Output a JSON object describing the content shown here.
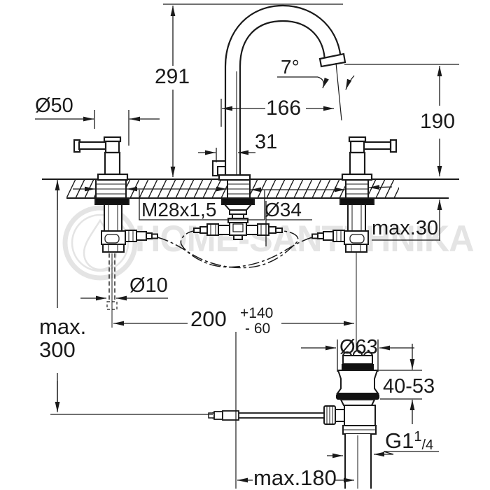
{
  "drawing": {
    "type": "technical-dimension-drawing",
    "subject": "3-hole basin mixer with high spout and pop-up waste, installation dimensions",
    "units": "mm"
  },
  "watermark": {
    "text": "HOME-SANTEHNIKA"
  },
  "colors": {
    "line": "#1a1a1a",
    "watermark": "#e4e4e4",
    "background": "#ffffff",
    "fill_dark": "#111111"
  },
  "labels": {
    "spout_height": "291",
    "spout_angle": "7°",
    "spout_reach": "166",
    "outlet_height": "190",
    "handle_diameter": "Ø50",
    "spout_column_width": "31",
    "mounting_thread": "M28x1,5",
    "base_diameter": "Ø34",
    "deck_thickness_max": "max.30",
    "rod_diameter": "Ø10",
    "hole_spacing": "200",
    "hole_spacing_tol_plus": "+140",
    "hole_spacing_tol_minus": "- 60",
    "rod_length_max_line1": "max.",
    "rod_length_max_line2": "300",
    "waste_flange_diameter": "Ø63",
    "waste_height_range": "40-53",
    "waste_thread_main": "G1",
    "waste_thread_sup": "1",
    "waste_thread_sub": "/4",
    "rod_reach_max": "max.180"
  }
}
